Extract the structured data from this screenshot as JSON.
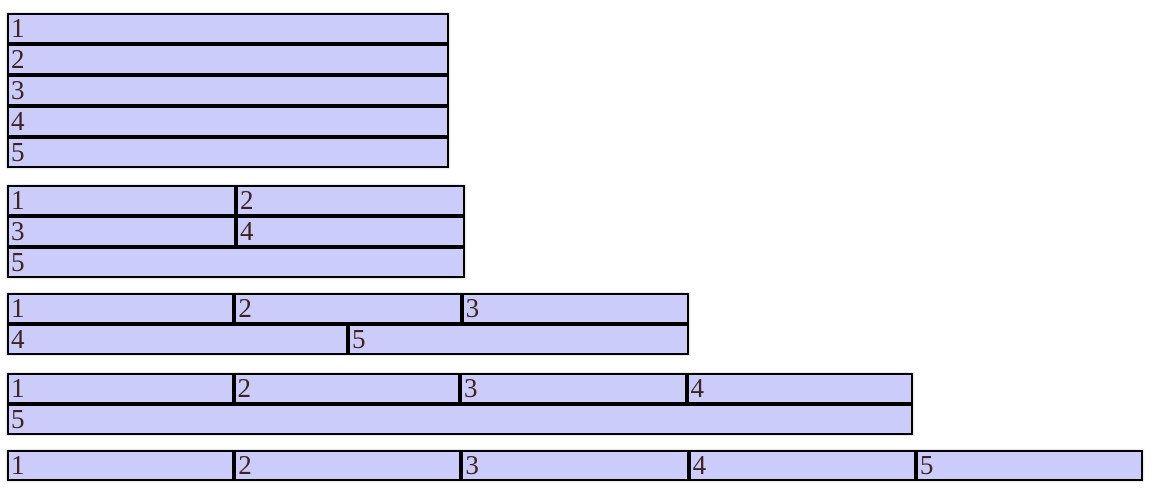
{
  "style": {
    "page_background": "#ffffff",
    "box_fill": "#ccccfa",
    "box_border_color": "#000000",
    "label_color": "#3d2420"
  },
  "groups": [
    {
      "name": "one-column-stack",
      "columns": 1,
      "rows": [
        [
          "1"
        ],
        [
          "2"
        ],
        [
          "3"
        ],
        [
          "4"
        ],
        [
          "5"
        ]
      ]
    },
    {
      "name": "two-column-wrap",
      "columns": 2,
      "rows": [
        [
          "1",
          "2"
        ],
        [
          "3",
          "4"
        ],
        [
          "5"
        ]
      ]
    },
    {
      "name": "three-column-wrap",
      "columns": 3,
      "rows": [
        [
          "1",
          "2",
          "3"
        ],
        [
          "4",
          "5"
        ]
      ]
    },
    {
      "name": "four-column-wrap",
      "columns": 4,
      "rows": [
        [
          "1",
          "2",
          "3",
          "4"
        ],
        [
          "5"
        ]
      ]
    },
    {
      "name": "five-column-row",
      "columns": 5,
      "rows": [
        [
          "1",
          "2",
          "3",
          "4",
          "5"
        ]
      ]
    }
  ]
}
